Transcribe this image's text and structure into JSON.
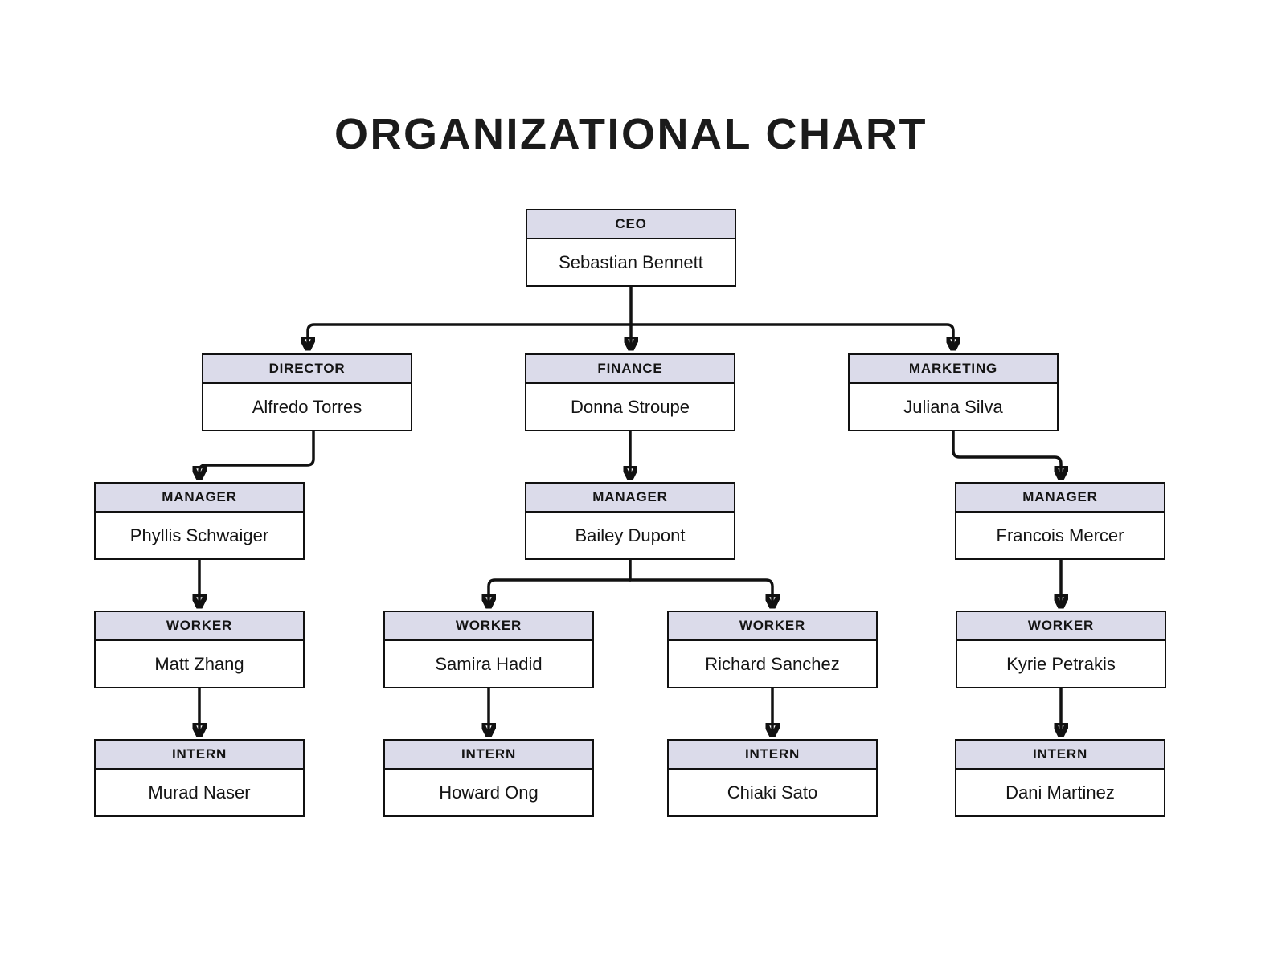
{
  "title": "ORGANIZATIONAL CHART",
  "colors": {
    "background": "#ffffff",
    "node_header_bg": "#dbdbea",
    "node_body_bg": "#ffffff",
    "border": "#111111",
    "connector": "#111111",
    "text": "#141414"
  },
  "nodes": [
    {
      "id": "ceo",
      "role": "CEO",
      "name": "Sebastian Bennett"
    },
    {
      "id": "director",
      "role": "DIRECTOR",
      "name": "Alfredo Torres"
    },
    {
      "id": "finance",
      "role": "FINANCE",
      "name": "Donna Stroupe"
    },
    {
      "id": "marketing",
      "role": "MARKETING",
      "name": "Juliana Silva"
    },
    {
      "id": "manager-1",
      "role": "MANAGER",
      "name": "Phyllis Schwaiger"
    },
    {
      "id": "manager-2",
      "role": "MANAGER",
      "name": "Bailey Dupont"
    },
    {
      "id": "manager-3",
      "role": "MANAGER",
      "name": "Francois Mercer"
    },
    {
      "id": "worker-1",
      "role": "WORKER",
      "name": "Matt Zhang"
    },
    {
      "id": "worker-2",
      "role": "WORKER",
      "name": "Samira Hadid"
    },
    {
      "id": "worker-3",
      "role": "WORKER",
      "name": "Richard Sanchez"
    },
    {
      "id": "worker-4",
      "role": "WORKER",
      "name": "Kyrie Petrakis"
    },
    {
      "id": "intern-1",
      "role": "INTERN",
      "name": "Murad Naser"
    },
    {
      "id": "intern-2",
      "role": "INTERN",
      "name": "Howard Ong"
    },
    {
      "id": "intern-3",
      "role": "INTERN",
      "name": "Chiaki Sato"
    },
    {
      "id": "intern-4",
      "role": "INTERN",
      "name": "Dani Martinez"
    }
  ],
  "edges": [
    {
      "from": "ceo",
      "to": "director"
    },
    {
      "from": "ceo",
      "to": "finance"
    },
    {
      "from": "ceo",
      "to": "marketing"
    },
    {
      "from": "director",
      "to": "manager-1"
    },
    {
      "from": "finance",
      "to": "manager-2"
    },
    {
      "from": "marketing",
      "to": "manager-3"
    },
    {
      "from": "manager-1",
      "to": "worker-1"
    },
    {
      "from": "manager-2",
      "to": "worker-2"
    },
    {
      "from": "manager-2",
      "to": "worker-3"
    },
    {
      "from": "manager-3",
      "to": "worker-4"
    },
    {
      "from": "worker-1",
      "to": "intern-1"
    },
    {
      "from": "worker-2",
      "to": "intern-2"
    },
    {
      "from": "worker-3",
      "to": "intern-3"
    },
    {
      "from": "worker-4",
      "to": "intern-4"
    }
  ]
}
